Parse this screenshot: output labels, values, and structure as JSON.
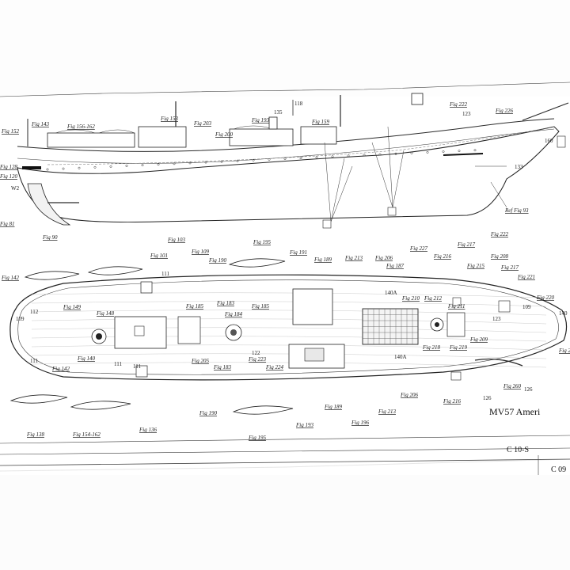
{
  "title_block": {
    "model_title": "MV57 Ameri",
    "sheet_code": "C 10-S",
    "sheet_code_2": "C 09"
  },
  "side_view": {
    "figure_labels": [
      {
        "text": "Fig 152"
      },
      {
        "text": "Fig 143"
      },
      {
        "text": "Fig 156-162"
      },
      {
        "text": "Fig 153"
      },
      {
        "text": "Fig 203"
      },
      {
        "text": "Fig 200"
      },
      {
        "text": "Fig 193"
      },
      {
        "text": "Fig 159"
      },
      {
        "text": "Fig 222"
      },
      {
        "text": "Fig 226"
      },
      {
        "text": "Fig 128"
      },
      {
        "text": "Fig 120"
      },
      {
        "text": "Fig 81"
      },
      {
        "text": "Fig 90"
      },
      {
        "text": "Ref Fig 93"
      }
    ],
    "numbers": [
      {
        "text": "118"
      },
      {
        "text": "135"
      },
      {
        "text": "123"
      },
      {
        "text": "160"
      },
      {
        "text": "133"
      },
      {
        "text": "W2"
      }
    ]
  },
  "plan_view": {
    "figure_labels": [
      {
        "text": "Fig 142"
      },
      {
        "text": "Fig 101"
      },
      {
        "text": "Fig 103"
      },
      {
        "text": "Fig 109"
      },
      {
        "text": "Fig 190"
      },
      {
        "text": "Fig 195"
      },
      {
        "text": "Fig 191"
      },
      {
        "text": "Fig 189"
      },
      {
        "text": "Fig 213"
      },
      {
        "text": "Fig 206"
      },
      {
        "text": "Fig 187"
      },
      {
        "text": "Fig 227"
      },
      {
        "text": "Fig 216"
      },
      {
        "text": "Fig 217"
      },
      {
        "text": "Fig 222"
      },
      {
        "text": "Fig 208"
      },
      {
        "text": "Fig 215"
      },
      {
        "text": "Fig 217"
      },
      {
        "text": "Fig 221"
      },
      {
        "text": "Fig 149"
      },
      {
        "text": "Fig 148"
      },
      {
        "text": "Fig 185"
      },
      {
        "text": "Fig 183"
      },
      {
        "text": "Fig 185"
      },
      {
        "text": "Fig 184"
      },
      {
        "text": "Fig 210"
      },
      {
        "text": "Fig 212"
      },
      {
        "text": "Fig 211"
      },
      {
        "text": "Fig 220"
      },
      {
        "text": "Fig 140"
      },
      {
        "text": "Fig 142"
      },
      {
        "text": "Fig 205"
      },
      {
        "text": "Fig 183"
      },
      {
        "text": "Fig 223"
      },
      {
        "text": "Fig 224"
      },
      {
        "text": "Fig 218"
      },
      {
        "text": "Fig 219"
      },
      {
        "text": "Fig 209"
      },
      {
        "text": "Fig 138"
      },
      {
        "text": "Fig 154-162"
      },
      {
        "text": "Fig 136"
      },
      {
        "text": "Fig 190"
      },
      {
        "text": "Fig 195"
      },
      {
        "text": "Fig 193"
      },
      {
        "text": "Fig 189"
      },
      {
        "text": "Fig 196"
      },
      {
        "text": "Fig 213"
      },
      {
        "text": "Fig 206"
      },
      {
        "text": "Fig 216"
      },
      {
        "text": "Fig 260"
      },
      {
        "text": "Fig 2"
      }
    ],
    "numbers": [
      {
        "text": "112"
      },
      {
        "text": "111"
      },
      {
        "text": "111"
      },
      {
        "text": "109"
      },
      {
        "text": "111"
      },
      {
        "text": "111"
      },
      {
        "text": "122"
      },
      {
        "text": "140A"
      },
      {
        "text": "140A"
      },
      {
        "text": "123"
      },
      {
        "text": "109"
      },
      {
        "text": "126"
      },
      {
        "text": "126"
      },
      {
        "text": "140"
      }
    ]
  }
}
